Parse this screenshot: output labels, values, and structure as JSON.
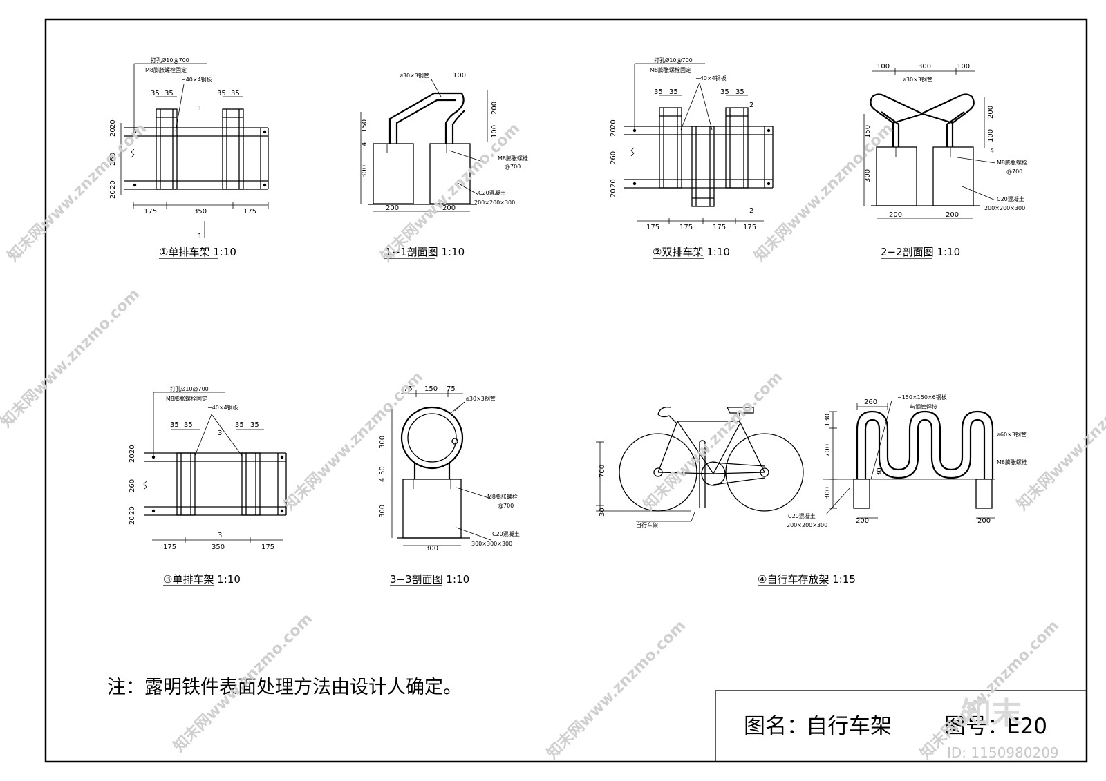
{
  "details": {
    "d1": {
      "caption": "①单排车架 1:10",
      "note_hole": "打孔Ø10@700",
      "note_bolt": "M8膨胀螺栓固定",
      "steel_plate": "−40×4钢板",
      "dims_top": [
        "35",
        "35",
        "35",
        "35"
      ],
      "dims_left": [
        "20",
        "20",
        "260",
        "20",
        "20"
      ],
      "dims_bottom": [
        "175",
        "350",
        "175"
      ],
      "section_mark": "1"
    },
    "d2": {
      "caption": "1−1剖面图 1:10",
      "pipe": "ø30×3钢管",
      "dim_100": "100",
      "dims_right": [
        "200",
        "100"
      ],
      "dims_left": [
        "150",
        "4",
        "300"
      ],
      "bolt": "M8膨胀螺栓",
      "bolt_spacing": "@700",
      "concrete": "C20混凝土",
      "concrete_size": "200×200×300",
      "dims_bottom": [
        "200",
        "200"
      ]
    },
    "d3": {
      "caption": "②双排车架 1:10",
      "note_hole": "打孔Ø10@700",
      "note_bolt": "M8膨胀螺栓固定",
      "steel_plate": "−40×4钢板",
      "dims_top": [
        "35",
        "35",
        "35",
        "35"
      ],
      "dims_left": [
        "20",
        "20",
        "260",
        "20",
        "20"
      ],
      "dims_bottom": [
        "175",
        "175",
        "175",
        "175"
      ],
      "section_mark": "2"
    },
    "d4": {
      "caption": "2−2剖面图 1:10",
      "dims_top": [
        "100",
        "300",
        "100"
      ],
      "pipe": "ø30×3钢管",
      "dims_right": [
        "200",
        "100",
        "4"
      ],
      "dims_left": [
        "150",
        "300"
      ],
      "bolt": "M8膨胀螺栓",
      "bolt_spacing": "@700",
      "concrete": "C20混凝土",
      "concrete_size": "200×200×300",
      "dims_bottom": [
        "200",
        "200"
      ]
    },
    "d5": {
      "caption": "③单排车架 1:10",
      "note_hole": "打孔Ø10@700",
      "note_bolt": "M8膨胀螺栓固定",
      "steel_plate": "−40×4钢板",
      "dims_top": [
        "35",
        "35",
        "35",
        "35"
      ],
      "dims_left": [
        "20",
        "20",
        "260",
        "20",
        "20"
      ],
      "dims_bottom": [
        "175",
        "350",
        "175"
      ],
      "section_mark": "3"
    },
    "d6": {
      "caption": "3−3剖面图 1:10",
      "dims_top": [
        "75",
        "150",
        "75"
      ],
      "pipe": "ø30×3钢管",
      "dims_left": [
        "300",
        "4",
        "50",
        "300"
      ],
      "bolt": "M8膨胀螺栓",
      "bolt_spacing": "@700",
      "concrete": "C20混凝土",
      "concrete_size": "300×300×300",
      "dims_bottom": [
        "300"
      ]
    },
    "d7": {
      "caption": "④自行车存放架 1:15",
      "dims_left": [
        "700",
        "30"
      ],
      "label_bike": "自行车架",
      "plate": "−150×150×6钢板",
      "plate_note": "与钢管焊接",
      "dim_260": "260",
      "pipe": "ø60×3钢管",
      "bolt": "M8膨胀螺栓",
      "concrete": "C20混凝土",
      "concrete_size": "200×200×300",
      "dims_right": [
        "130",
        "700",
        "30",
        "300"
      ],
      "dims_bottom": [
        "200",
        "200"
      ]
    }
  },
  "note": "注：露明铁件表面处理方法由设计人确定。",
  "title_block": {
    "name_label": "图名：",
    "name": "自行车架",
    "number_label": "图号：",
    "number": "E20"
  },
  "watermark": {
    "text": "知末网www.znzmo.com",
    "brand": "知末",
    "id": "ID: 1150980209"
  }
}
